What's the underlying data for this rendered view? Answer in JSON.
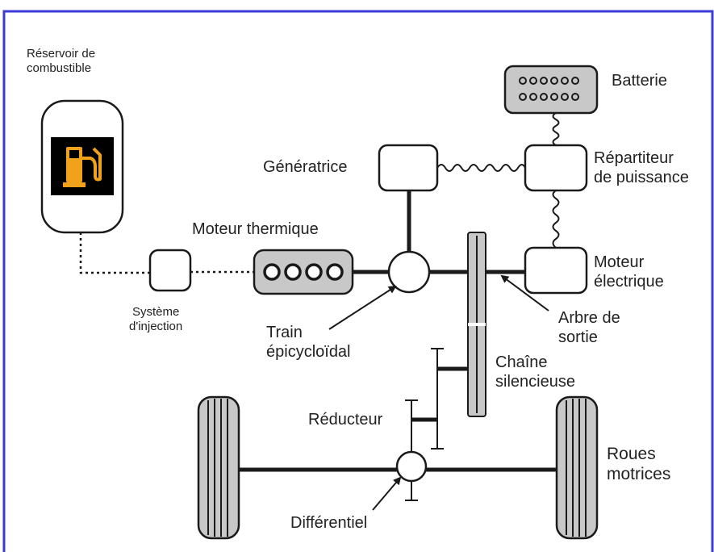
{
  "colors": {
    "frame_border": "#3b3bd6",
    "line": "#1a1a1a",
    "box_fill": "#ffffff",
    "engine_fill": "#c8c8c8",
    "battery_fill": "#c8c8c8",
    "fuel_icon_bg": "#000000",
    "fuel_icon_fg": "#f0a21a"
  },
  "icons": {
    "fuel": "fuel-pump-icon"
  },
  "labels": {
    "reservoir": "Réservoir de\ncombustible",
    "batterie": "Batterie",
    "generatrice": "Génératrice",
    "repartiteur": "Répartiteur\nde puissance",
    "moteur_thermique": "Moteur thermique",
    "moteur_electrique": "Moteur\nélectrique",
    "systeme_injection": "Système\nd'injection",
    "train_epicycloidal": "Train\népicycloïdal",
    "arbre_sortie": "Arbre de\nsortie",
    "chaine_silencieuse": "Chaîne\nsilencieuse",
    "reducteur": "Réducteur",
    "roues_motrices": "Roues\nmotrices",
    "differentiel": "Différentiel"
  }
}
